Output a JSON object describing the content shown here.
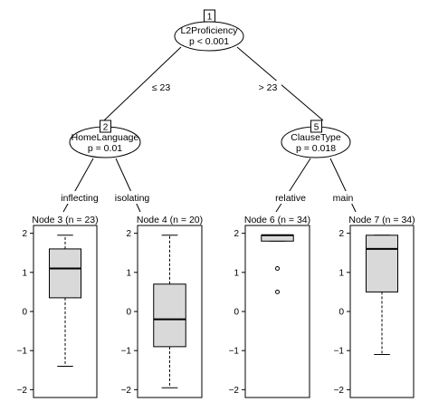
{
  "nodes": {
    "n1": {
      "id": "1",
      "variable": "L2Proficiency",
      "p": "p < 0.001"
    },
    "n2": {
      "id": "2",
      "variable": "HomeLanguage",
      "p": "p = 0.01"
    },
    "n5": {
      "id": "5",
      "variable": "ClauseType",
      "p": "p = 0.018"
    }
  },
  "edges": {
    "e1_2": "≤ 23",
    "e1_5": "> 23",
    "e2_3": "inflecting",
    "e2_4": "isolating",
    "e5_6": "relative",
    "e5_7": "main"
  },
  "terminals": [
    {
      "title": "Node 3 (n = 23)"
    },
    {
      "title": "Node 4 (n = 20)"
    },
    {
      "title": "Node 6 (n = 34)"
    },
    {
      "title": "Node 7 (n = 34)"
    }
  ],
  "chart_data": {
    "type": "boxplot",
    "ylim": [
      -2.2,
      2.2
    ],
    "yticks": [
      "2",
      "1",
      "0",
      "−1",
      "−2"
    ],
    "ytick_values": [
      2,
      1,
      0,
      -1,
      -2
    ],
    "series": [
      {
        "whisker_low": -1.4,
        "q1": 0.35,
        "median": 1.1,
        "q3": 1.6,
        "whisker_high": 1.95,
        "outliers": []
      },
      {
        "whisker_low": -1.95,
        "q1": -0.9,
        "median": -0.2,
        "q3": 0.7,
        "whisker_high": 1.95,
        "outliers": []
      },
      {
        "whisker_low": 1.8,
        "q1": 1.8,
        "median": 1.95,
        "q3": 1.95,
        "whisker_high": 1.95,
        "outliers": [
          1.1,
          0.5
        ]
      },
      {
        "whisker_low": -1.1,
        "q1": 0.5,
        "median": 1.6,
        "q3": 1.95,
        "whisker_high": 1.95,
        "outliers": []
      }
    ]
  }
}
